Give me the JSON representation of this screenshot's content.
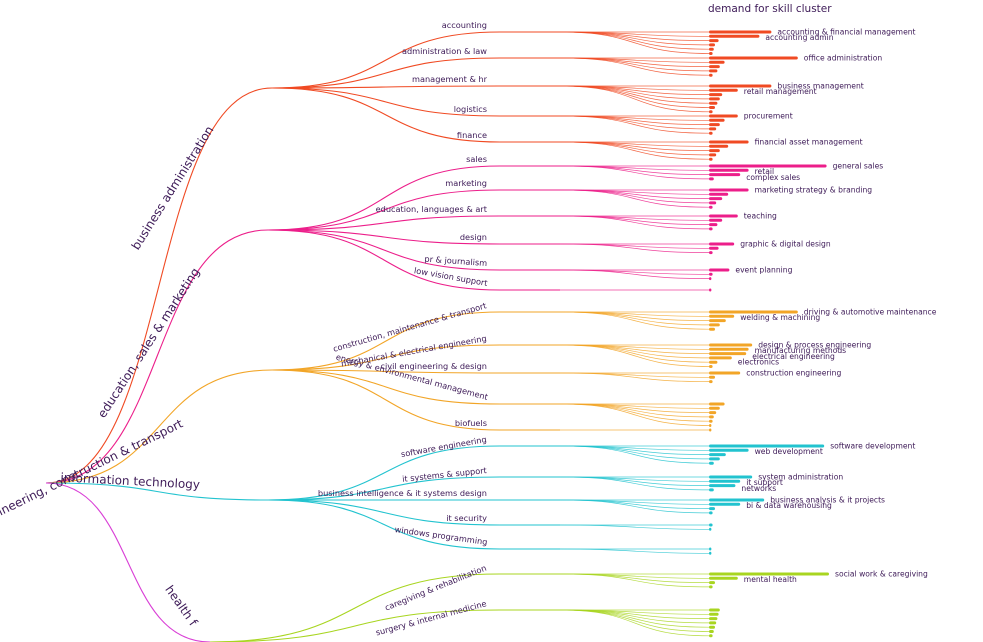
{
  "header": {
    "title": "demand for skill cluster"
  },
  "colors": {
    "text": "#3d1a57",
    "business": "#f04a23",
    "education": "#ec1e8a",
    "engineering": "#f2a527",
    "it": "#22c3cf",
    "health": "#a8d520",
    "health_root": "#d93fd6"
  },
  "domains": [
    {
      "key": "business",
      "label": "business administration",
      "subclusters": [
        {
          "label": "accounting",
          "leaves": 6,
          "skills": [
            {
              "label": "accounting & financial management",
              "demand": 0.52
            },
            {
              "label": "accounting admin",
              "demand": 0.42
            }
          ],
          "bars": [
            0.52,
            0.42,
            0.08,
            0.05,
            0.04,
            0.03
          ]
        },
        {
          "label": "administration & law",
          "leaves": 5,
          "skills": [
            {
              "label": "office administration",
              "demand": 0.74
            }
          ],
          "bars": [
            0.74,
            0.13,
            0.09,
            0.07,
            0.03
          ]
        },
        {
          "label": "management & hr",
          "leaves": 7,
          "skills": [
            {
              "label": "business management",
              "demand": 0.52
            },
            {
              "label": "retail management",
              "demand": 0.24
            }
          ],
          "bars": [
            0.52,
            0.24,
            0.11,
            0.09,
            0.07,
            0.05,
            0.03
          ]
        },
        {
          "label": "logistics",
          "leaves": 5,
          "skills": [
            {
              "label": "procurement",
              "demand": 0.24
            }
          ],
          "bars": [
            0.24,
            0.13,
            0.09,
            0.06,
            0.03
          ]
        },
        {
          "label": "finance",
          "leaves": 5,
          "skills": [
            {
              "label": "financial asset management",
              "demand": 0.33
            }
          ],
          "bars": [
            0.33,
            0.16,
            0.09,
            0.06,
            0.03
          ]
        }
      ]
    },
    {
      "key": "education",
      "label": "education, sales & marketing",
      "subclusters": [
        {
          "label": "sales",
          "leaves": 4,
          "skills": [
            {
              "label": "general sales",
              "demand": 0.98
            },
            {
              "label": "retail",
              "demand": 0.33
            },
            {
              "label": "complex sales",
              "demand": 0.26
            }
          ],
          "bars": [
            0.98,
            0.33,
            0.26,
            0.04
          ]
        },
        {
          "label": "marketing",
          "leaves": 5,
          "skills": [
            {
              "label": "marketing strategy & branding",
              "demand": 0.33
            }
          ],
          "bars": [
            0.33,
            0.16,
            0.11,
            0.06,
            0.03
          ]
        },
        {
          "label": "education, languages & art",
          "leaves": 4,
          "skills": [
            {
              "label": "teaching",
              "demand": 0.24
            }
          ],
          "bars": [
            0.24,
            0.11,
            0.07,
            0.03
          ]
        },
        {
          "label": "design",
          "leaves": 3,
          "skills": [
            {
              "label": "graphic & digital design",
              "demand": 0.21
            }
          ],
          "bars": [
            0.21,
            0.08,
            0.03
          ]
        },
        {
          "label": "pr & journalism",
          "leaves": 3,
          "skills": [
            {
              "label": "event planning",
              "demand": 0.17
            }
          ],
          "bars": [
            0.17,
            0.03,
            0.02
          ]
        },
        {
          "label": "low vision support",
          "leaves": 1,
          "skills": [],
          "bars": [
            0.02
          ]
        }
      ]
    },
    {
      "key": "engineering",
      "label": "engineering, construction & transport",
      "subclusters": [
        {
          "label": "construction, maintenance & transport",
          "leaves": 5,
          "skills": [
            {
              "label": "driving & automotive maintenance",
              "demand": 0.74
            },
            {
              "label": "welding & machining",
              "demand": 0.21
            }
          ],
          "bars": [
            0.74,
            0.21,
            0.14,
            0.09,
            0.05
          ]
        },
        {
          "label": "mechanical & electrical engineering",
          "leaves": 6,
          "skills": [
            {
              "label": "design & process engineering",
              "demand": 0.36
            },
            {
              "label": "manufacturing methods",
              "demand": 0.33
            },
            {
              "label": "electrical engineering",
              "demand": 0.31
            },
            {
              "label": "electronics",
              "demand": 0.19
            }
          ],
          "bars": [
            0.36,
            0.33,
            0.31,
            0.19,
            0.07,
            0.03
          ]
        },
        {
          "label": "civil engineering & design",
          "leaves": 3,
          "skills": [
            {
              "label": "construction engineering",
              "demand": 0.26
            }
          ],
          "bars": [
            0.26,
            0.05,
            0.03
          ]
        },
        {
          "label": "energy & environmental management",
          "leaves": 6,
          "skills": [],
          "bars": [
            0.13,
            0.09,
            0.06,
            0.04,
            0.03,
            0.02
          ]
        },
        {
          "label": "biofuels",
          "leaves": 1,
          "skills": [],
          "bars": [
            0.02
          ]
        }
      ]
    },
    {
      "key": "it",
      "label": "information technology",
      "subclusters": [
        {
          "label": "software engineering",
          "leaves": 5,
          "skills": [
            {
              "label": "software development",
              "demand": 0.96
            },
            {
              "label": "web development",
              "demand": 0.33
            }
          ],
          "bars": [
            0.96,
            0.33,
            0.14,
            0.09,
            0.04
          ]
        },
        {
          "label": "it systems & support",
          "leaves": 4,
          "skills": [
            {
              "label": "system administration",
              "demand": 0.36
            },
            {
              "label": "it support",
              "demand": 0.26
            },
            {
              "label": "networks",
              "demand": 0.22
            }
          ],
          "bars": [
            0.36,
            0.26,
            0.22,
            0.04
          ]
        },
        {
          "label": "business intelligence & it systems design",
          "leaves": 4,
          "skills": [
            {
              "label": "business analysis & it projects",
              "demand": 0.46
            },
            {
              "label": "bi & data warehousing",
              "demand": 0.26
            }
          ],
          "bars": [
            0.46,
            0.26,
            0.05,
            0.03
          ]
        },
        {
          "label": "it security",
          "leaves": 2,
          "skills": [],
          "bars": [
            0.03,
            0.02
          ]
        },
        {
          "label": "windows programming",
          "leaves": 2,
          "skills": [],
          "bars": [
            0.02,
            0.02
          ]
        }
      ]
    },
    {
      "key": "health",
      "label": "health f",
      "subclusters": [
        {
          "label": "caregiving & rehabilitation",
          "leaves": 4,
          "skills": [
            {
              "label": "social work & caregiving",
              "demand": 1.0
            },
            {
              "label": "mental health",
              "demand": 0.24
            }
          ],
          "bars": [
            1.0,
            0.24,
            0.05,
            0.03
          ]
        },
        {
          "label": "surgery & internal medicine",
          "leaves": 7,
          "skills": [],
          "bars": [
            0.09,
            0.08,
            0.07,
            0.06,
            0.05,
            0.04,
            0.03
          ]
        }
      ]
    }
  ]
}
